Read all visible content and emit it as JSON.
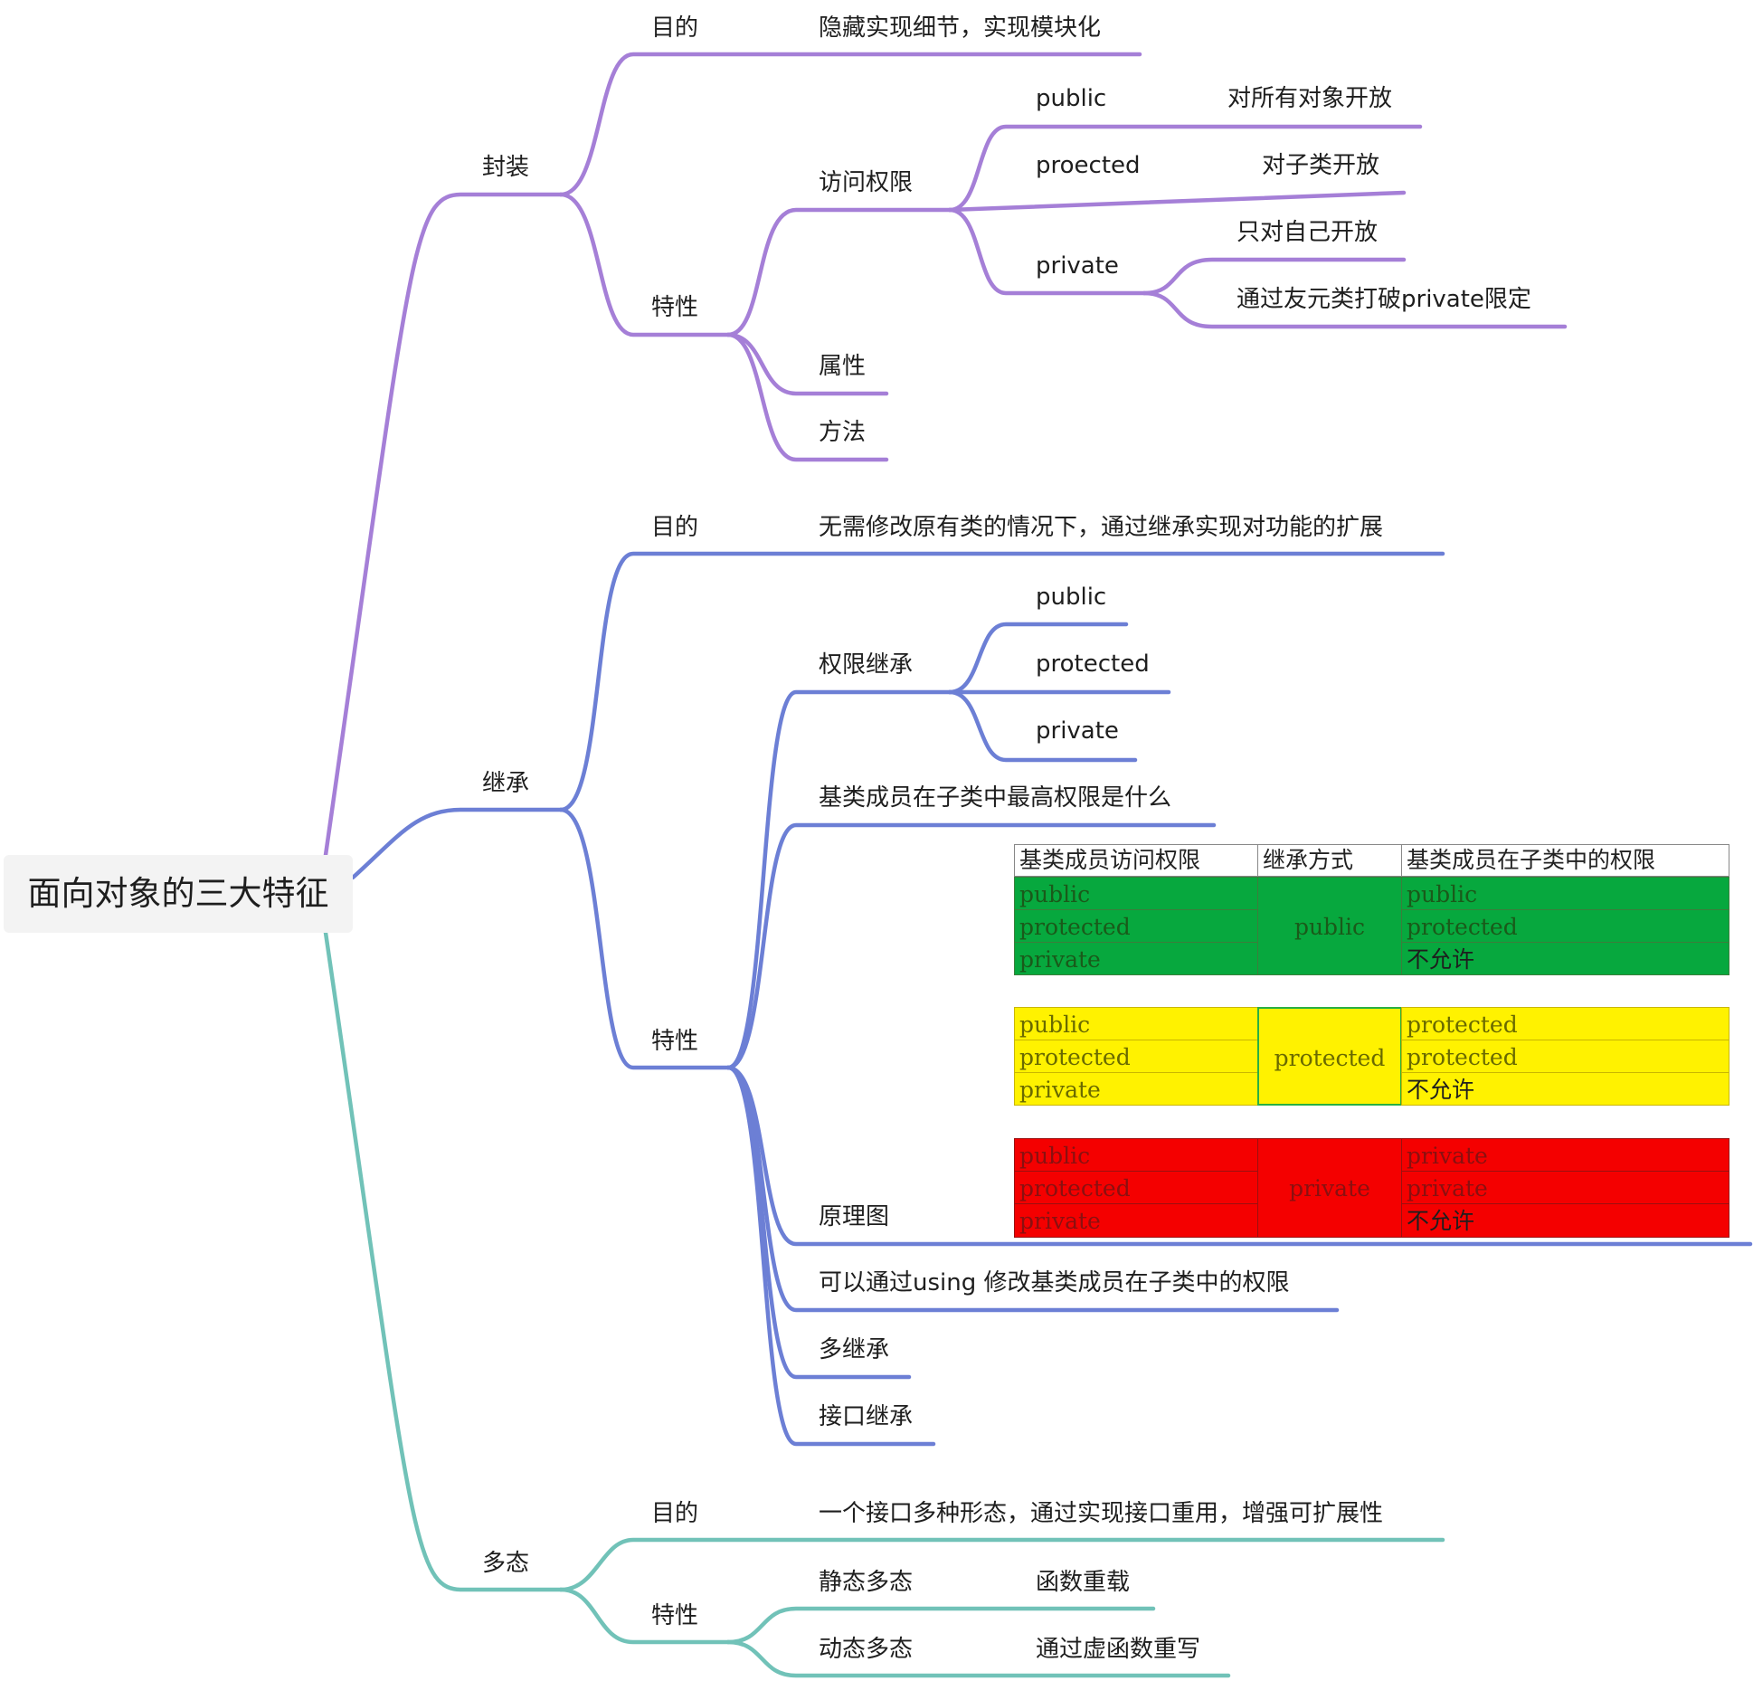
{
  "root": {
    "label": "面向对象的三大特征"
  },
  "encapsulation": {
    "label": "封装",
    "purpose": {
      "label": "目的",
      "text": "隐藏实现细节，实现模块化"
    },
    "features": {
      "label": "特性",
      "access": {
        "label": "访问权限",
        "public": {
          "label": "public",
          "desc": "对所有对象开放"
        },
        "protected": {
          "label": "proected",
          "desc": "对子类开放"
        },
        "private": {
          "label": "private",
          "desc1": "只对自己开放",
          "desc2": "通过友元类打破private限定"
        }
      },
      "attributes": "属性",
      "methods": "方法"
    }
  },
  "inheritance": {
    "label": "继承",
    "purpose": {
      "label": "目的",
      "text": "无需修改原有类的情况下，通过继承实现对功能的扩展"
    },
    "features": {
      "label": "特性",
      "perm_inherit": {
        "label": "权限继承",
        "items": [
          "public",
          "protected",
          "private"
        ]
      },
      "max_perm": "基类成员在子类中最高权限是什么",
      "diagram": "原理图",
      "using": "可以通过using 修改基类成员在子类中的权限",
      "multiple": "多继承",
      "interface": "接口继承"
    }
  },
  "polymorphism": {
    "label": "多态",
    "purpose": {
      "label": "目的",
      "text": "一个接口多种形态，通过实现接口重用，增强可扩展性"
    },
    "features": {
      "label": "特性",
      "static": {
        "label": "静态多态",
        "desc": "函数重载"
      },
      "dynamic": {
        "label": "动态多态",
        "desc": "通过虚函数重写"
      }
    }
  },
  "table": {
    "headers": [
      "基类成员访问权限",
      "继承方式",
      "基类成员在子类中的权限"
    ],
    "groups": [
      {
        "color": "#07a83e",
        "mode": "public",
        "base": [
          "public",
          "protected",
          "private"
        ],
        "result": [
          "public",
          "protected",
          "不允许"
        ]
      },
      {
        "color": "#fff200",
        "mode": "protected",
        "base": [
          "public",
          "protected",
          "private"
        ],
        "result": [
          "protected",
          "protected",
          "不允许"
        ]
      },
      {
        "color": "#f40000",
        "mode": "private",
        "base": [
          "public",
          "protected",
          "private"
        ],
        "result": [
          "private",
          "private",
          "不允许"
        ]
      }
    ]
  },
  "colors": {
    "encapsulation": "#a57fd7",
    "inheritance": "#6c7fd5",
    "polymorphism": "#71c2b8"
  }
}
